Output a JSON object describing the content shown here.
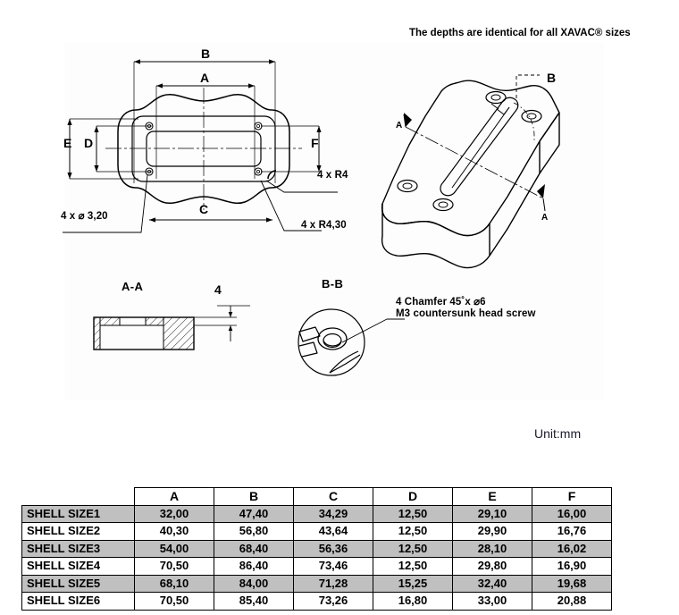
{
  "header": {
    "note": "The depths are identical for all XAVAC® sizes"
  },
  "drawing": {
    "unit_note": "Unit:mm",
    "top_view": {
      "dim_a": "A",
      "dim_b": "B",
      "dim_c": "C",
      "dim_d": "D",
      "dim_e": "E",
      "dim_f": "F",
      "callout_holes": "4 x ⌀ 3,20",
      "callout_r4": "4 x R4",
      "callout_r430": "4 x R4,30"
    },
    "iso_view": {
      "section_b_label": "B",
      "section_a_label_left": "A",
      "section_a_label_right": "A"
    },
    "section_aa": {
      "title": "A-A",
      "depth_dim": "4"
    },
    "detail_bb": {
      "title": "B-B",
      "callout_line1": "4 Chamfer 45˚x ⌀6",
      "callout_line2": "M3 countersunk head screw"
    }
  },
  "table": {
    "columns": [
      "",
      "A",
      "B",
      "C",
      "D",
      "E",
      "F"
    ],
    "rows": [
      {
        "label": "SHELL SIZE1",
        "values": [
          "32,00",
          "47,40",
          "34,29",
          "12,50",
          "29,10",
          "16,00"
        ]
      },
      {
        "label": "SHELL SIZE2",
        "values": [
          "40,30",
          "56,80",
          "43,64",
          "12,50",
          "29,90",
          "16,76"
        ]
      },
      {
        "label": "SHELL SIZE3",
        "values": [
          "54,00",
          "68,40",
          "56,36",
          "12,50",
          "28,10",
          "16,02"
        ]
      },
      {
        "label": "SHELL SIZE4",
        "values": [
          "70,50",
          "86,40",
          "73,46",
          "12,50",
          "29,80",
          "16,90"
        ]
      },
      {
        "label": "SHELL SIZE5",
        "values": [
          "68,10",
          "84,00",
          "71,28",
          "15,25",
          "32,40",
          "19,68"
        ]
      },
      {
        "label": "SHELL SIZE6",
        "values": [
          "70,50",
          "85,40",
          "73,26",
          "16,80",
          "33,00",
          "20,88"
        ]
      }
    ]
  },
  "colors": {
    "line": "#000000",
    "shade_row": "#c0c0c0",
    "background": "#ffffff"
  }
}
